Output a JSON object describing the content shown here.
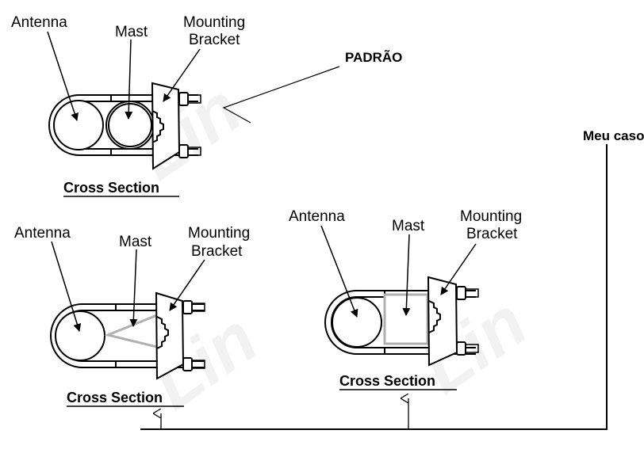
{
  "top_diagram": {
    "antenna": "Antenna",
    "mast": "Mast",
    "mounting": "Mounting",
    "bracket": "Bracket",
    "cross_section": "Cross Section"
  },
  "left_diagram": {
    "antenna": "Antenna",
    "mast": "Mast",
    "mounting": "Mounting",
    "bracket": "Bracket",
    "cross_section": "Cross Section"
  },
  "right_diagram": {
    "antenna": "Antenna",
    "mast": "Mast",
    "mounting": "Mounting",
    "bracket": "Bracket",
    "cross_section": "Cross Section"
  },
  "annotations": {
    "standard": "PADRÃO",
    "my_case": "Meu caso"
  },
  "colors": {
    "line": "#000000",
    "mast_highlight": "#b0b0b0"
  }
}
